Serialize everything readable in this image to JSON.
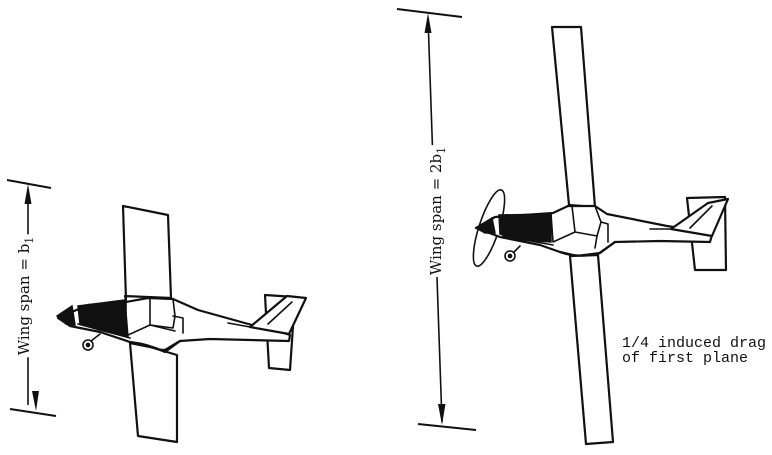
{
  "figure": {
    "description": "Comparison of two aircraft: doubling the wing span reduces induced drag to one quarter",
    "colors": {
      "ink": "#111111",
      "background": "#ffffff"
    }
  },
  "plane_1": {
    "dimension_label_prefix": "Wing span = b",
    "dimension_label_subscript": "1",
    "wing_span_relative": 1
  },
  "plane_2": {
    "dimension_label_prefix": "Wing span = 2b",
    "dimension_label_subscript": "1",
    "wing_span_relative": 2,
    "annotation": {
      "line1": "1/4 induced drag",
      "line2": "of first plane"
    }
  }
}
